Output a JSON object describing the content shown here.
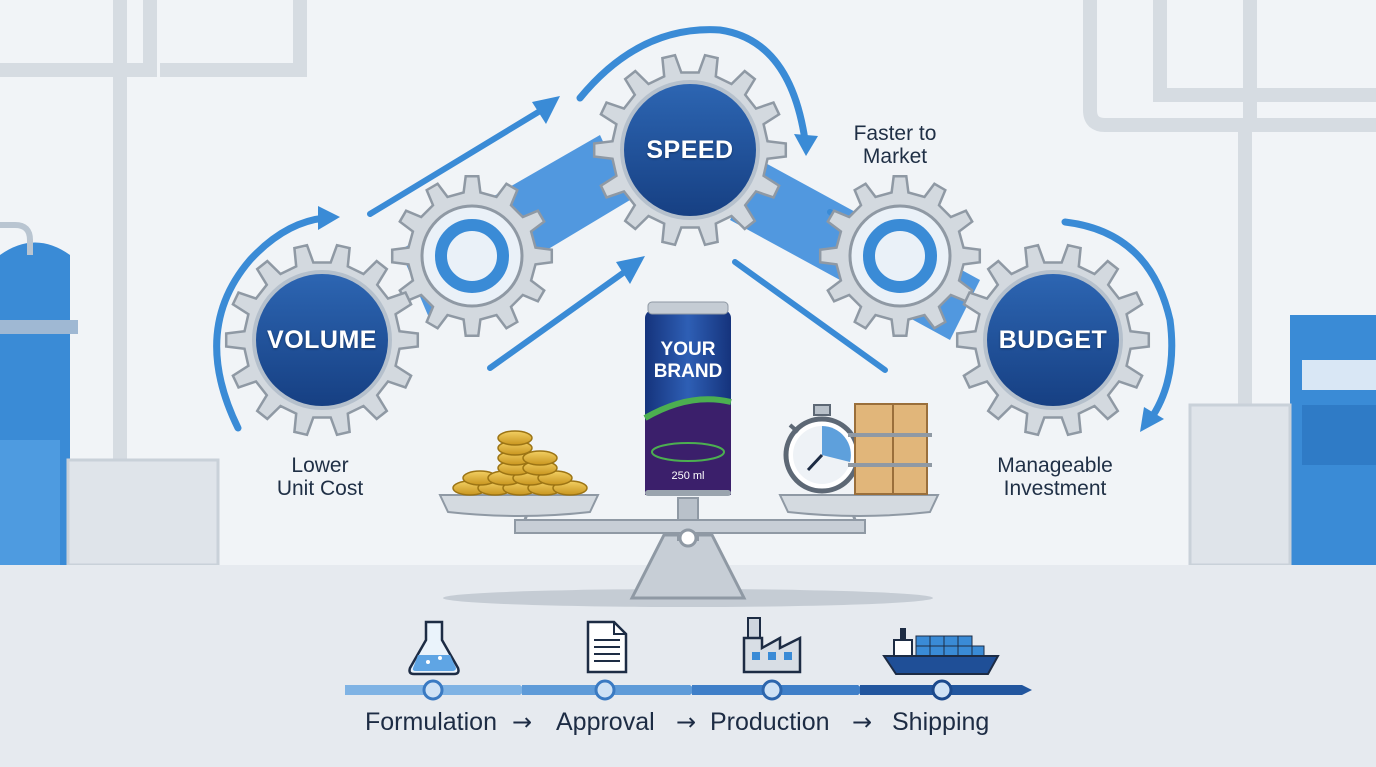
{
  "gears": {
    "volume": "VOLUME",
    "speed": "SPEED",
    "budget": "BUDGET"
  },
  "captions": {
    "volume": [
      "Lower",
      "Unit Cost"
    ],
    "speed": [
      "Faster to",
      "Market"
    ],
    "budget": [
      "Manageable",
      "Investment"
    ]
  },
  "can": {
    "line1": "YOUR",
    "line2": "BRAND",
    "volume": "250 ml"
  },
  "timeline": {
    "steps": [
      "Formulation",
      "Approval",
      "Production",
      "Shipping"
    ],
    "separator": "→"
  },
  "colors": {
    "gear_fill": "#1f4f97",
    "gear_rim": "#d8dde3",
    "accent": "#3a8bd6",
    "ribbon": "#3f8edb",
    "background": "#f1f4f7",
    "can_body": "#1b3c8f",
    "can_purple": "#3b1f6b",
    "can_green": "#4caf50"
  },
  "icons": [
    "flask-icon",
    "document-icon",
    "factory-icon",
    "ship-icon",
    "coins-icon",
    "stopwatch-icon",
    "boxes-icon",
    "scale-icon"
  ]
}
